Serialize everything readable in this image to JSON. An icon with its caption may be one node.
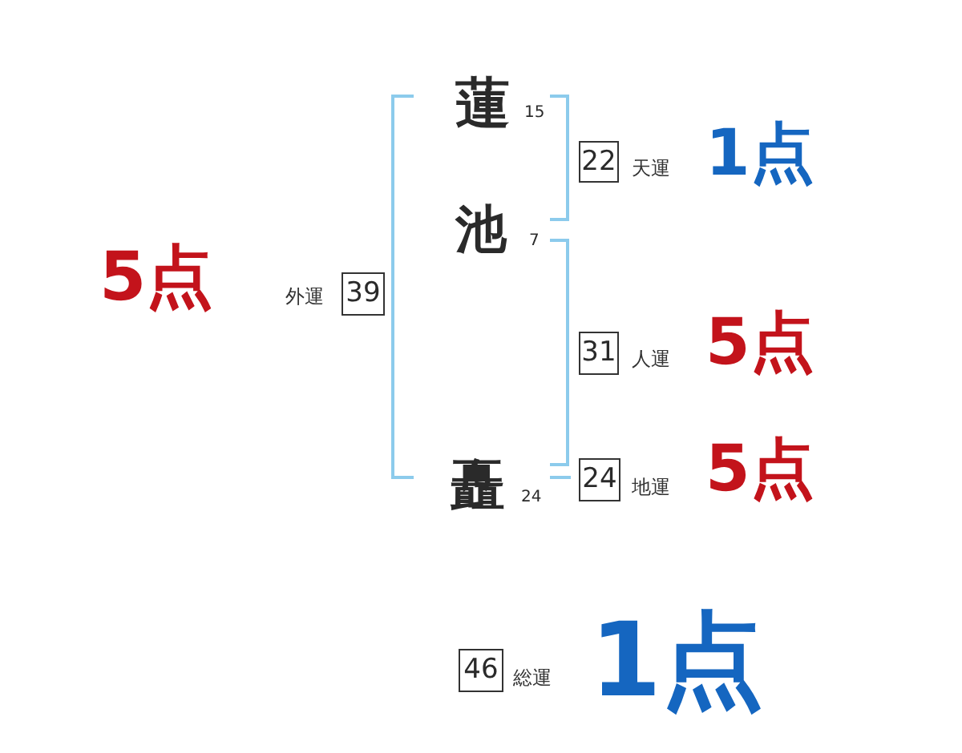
{
  "diagram": {
    "nodes": [
      {
        "text": [
          "22"
        ],
        "beside": [
          "天運",
          "1点"
        ]
      },
      {
        "text": [
          "39"
        ],
        "beside": [
          "外運",
          "5点"
        ]
      },
      {
        "text": [
          "31"
        ],
        "beside": [
          "人運",
          "5点"
        ]
      },
      {
        "text": [
          "24"
        ],
        "beside": [
          "地運",
          "5点"
        ]
      },
      {
        "text": [
          "46"
        ],
        "beside": [
          "総運",
          "1点"
        ]
      }
    ],
    "labels": [
      "蓮",
      "15",
      "池",
      "7",
      "矗",
      "24"
    ]
  }
}
